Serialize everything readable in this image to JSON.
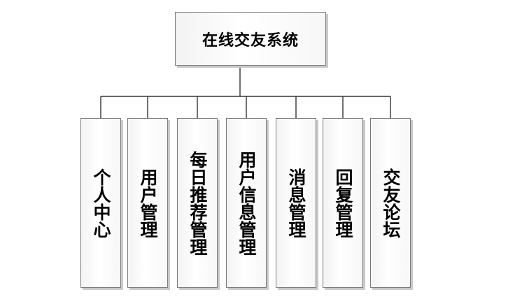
{
  "diagram": {
    "root": {
      "label": "在线交友系统"
    },
    "children": [
      {
        "label": "个人中心"
      },
      {
        "label": "用户管理"
      },
      {
        "label": "每日推荐管理"
      },
      {
        "label": "用户信息管理"
      },
      {
        "label": "消息管理"
      },
      {
        "label": "回复管理"
      },
      {
        "label": "交友论坛"
      }
    ],
    "colors": {
      "line": "#333333",
      "border": "#7a7a7a",
      "background": "#ffffff"
    }
  }
}
